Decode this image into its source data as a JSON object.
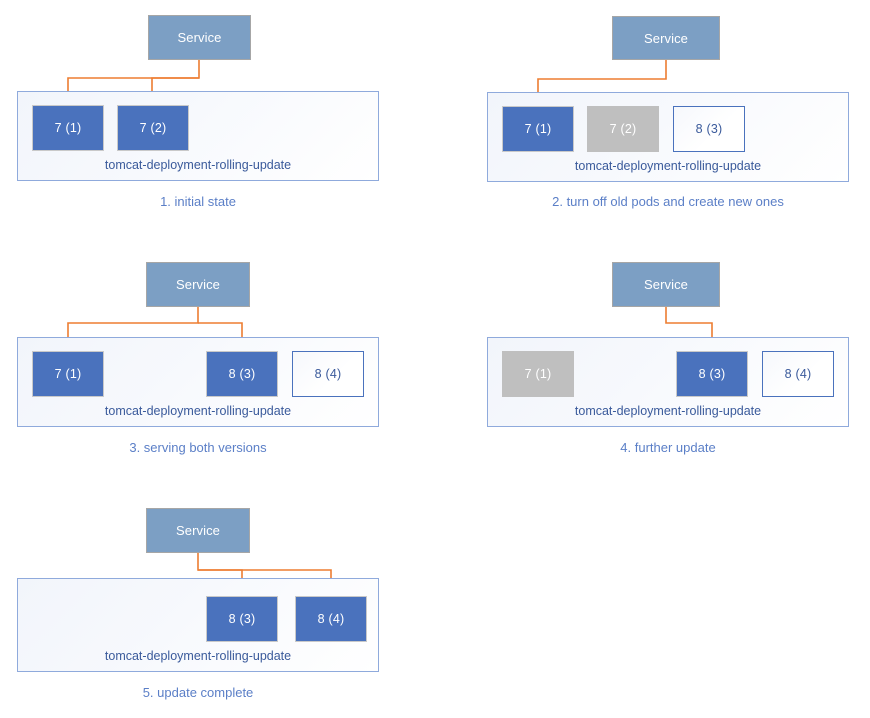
{
  "title": "Kubernetes rolling update sequence",
  "colors": {
    "service_fill": "#7c9fc4",
    "pod_active": "#4a72bd",
    "pod_terminating": "#bfbfbf",
    "pod_pending_border": "#4a72bd",
    "deployment_border": "#8faadc",
    "arrow": "#ed7d31",
    "caption_text": "#5b7fc7",
    "deployment_label_text": "#3a5a9b"
  },
  "labels": {
    "service": "Service",
    "deployment_name": "tomcat-deployment-rolling-update"
  },
  "panels": [
    {
      "id": "panel-1",
      "caption": "1. initial state",
      "service": "Service",
      "deployment_name": "tomcat-deployment-rolling-update",
      "pods": [
        {
          "label": "7 (1)",
          "state": "active"
        },
        {
          "label": "7 (2)",
          "state": "active"
        }
      ],
      "arrow_targets": [
        "7 (1)",
        "7 (2)"
      ]
    },
    {
      "id": "panel-2",
      "caption": "2. turn off old pods and create new ones",
      "service": "Service",
      "deployment_name": "tomcat-deployment-rolling-update",
      "pods": [
        {
          "label": "7 (1)",
          "state": "active"
        },
        {
          "label": "7 (2)",
          "state": "terminating"
        },
        {
          "label": "8 (3)",
          "state": "pending"
        }
      ],
      "arrow_targets": [
        "7 (1)"
      ]
    },
    {
      "id": "panel-3",
      "caption": "3. serving both versions",
      "service": "Service",
      "deployment_name": "tomcat-deployment-rolling-update",
      "pods": [
        {
          "label": "7 (1)",
          "state": "active"
        },
        {
          "label": "8 (3)",
          "state": "active"
        },
        {
          "label": "8 (4)",
          "state": "pending"
        }
      ],
      "arrow_targets": [
        "7 (1)",
        "8 (3)"
      ]
    },
    {
      "id": "panel-4",
      "caption": "4. further update",
      "service": "Service",
      "deployment_name": "tomcat-deployment-rolling-update",
      "pods": [
        {
          "label": "7 (1)",
          "state": "terminating"
        },
        {
          "label": "8 (3)",
          "state": "active"
        },
        {
          "label": "8 (4)",
          "state": "pending"
        }
      ],
      "arrow_targets": [
        "8 (3)"
      ]
    },
    {
      "id": "panel-5",
      "caption": "5. update complete",
      "service": "Service",
      "deployment_name": "tomcat-deployment-rolling-update",
      "pods": [
        {
          "label": "8 (3)",
          "state": "active"
        },
        {
          "label": "8 (4)",
          "state": "active"
        }
      ],
      "arrow_targets": [
        "8 (3)",
        "8 (4)"
      ]
    }
  ]
}
